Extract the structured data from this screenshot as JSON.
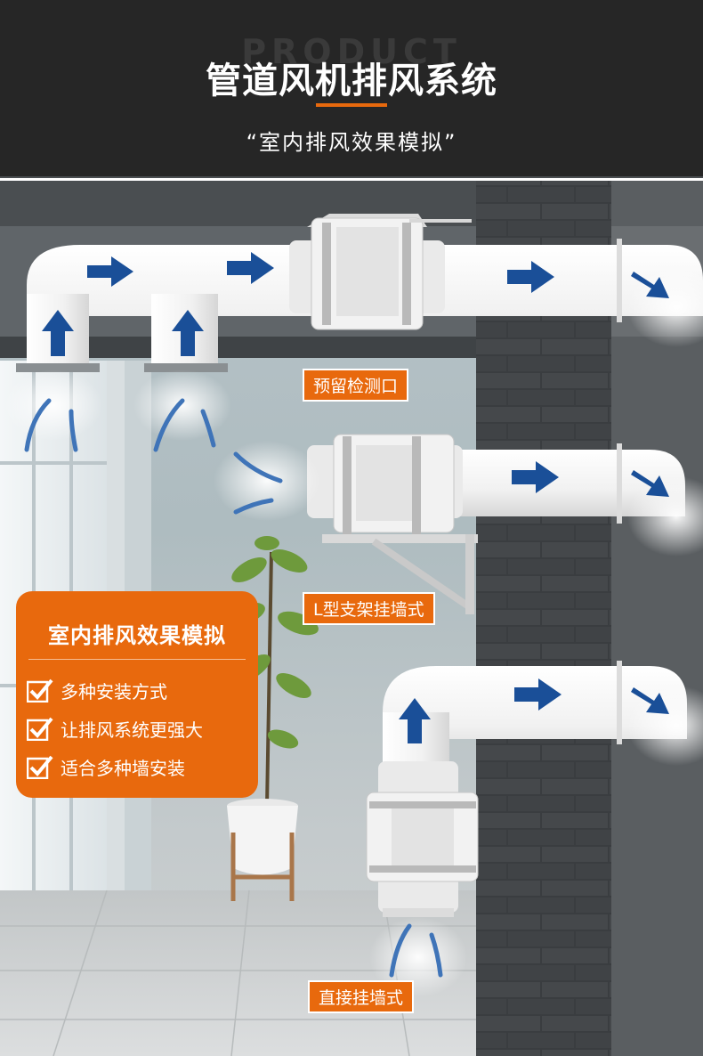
{
  "header": {
    "ghost_text": "PRODUCT",
    "title": "管道风机排风系统",
    "subtitle": "“室内排风效果模拟”"
  },
  "labels": {
    "reserved_port": "预留检测口",
    "l_bracket": "L型支架挂墙式",
    "direct_wall": "直接挂墙式"
  },
  "card": {
    "title": "室内排风效果模拟",
    "features": [
      "多种安装方式",
      "让排风系统更强大",
      "适合多种墙安装"
    ]
  },
  "colors": {
    "accent": "#e8690d",
    "arrow": "#1a4f98",
    "header_bg": "#262626"
  },
  "icons": {
    "check": "check-icon",
    "arrow": "arrow-right-icon"
  }
}
